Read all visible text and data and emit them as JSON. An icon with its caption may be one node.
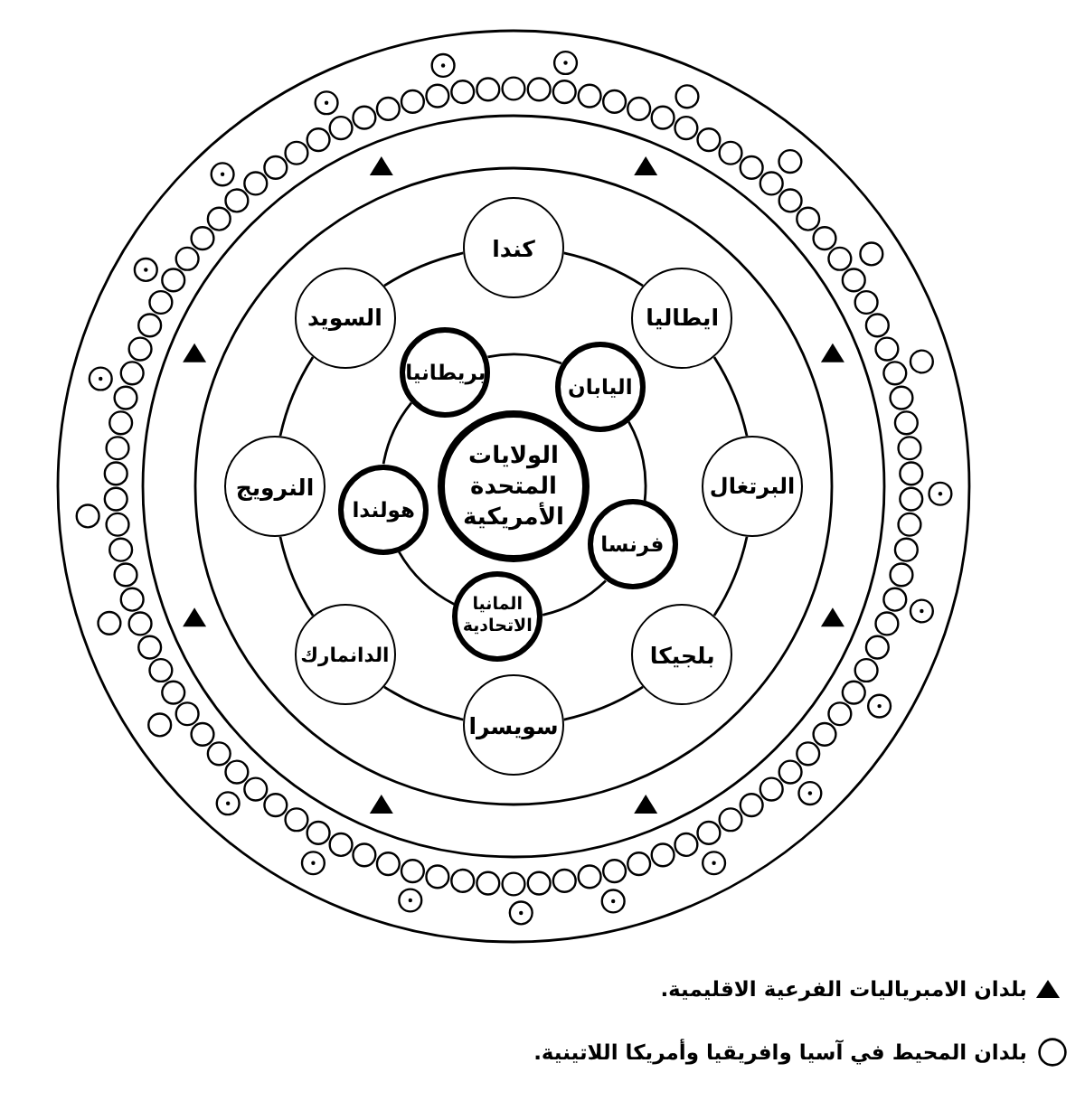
{
  "diagram": {
    "nodes": [
      {
        "text": [
          "الولايات المتحدة الأمريكية"
        ]
      },
      {
        "text": [
          "بريطانيا"
        ]
      },
      {
        "text": [
          "اليابان"
        ]
      },
      {
        "text": [
          "فرنسا"
        ]
      },
      {
        "text": [
          "المانيا الاتحادية"
        ]
      },
      {
        "text": [
          "هولندا"
        ]
      },
      {
        "text": [
          "كندا"
        ]
      },
      {
        "text": [
          "ايطاليا"
        ]
      },
      {
        "text": [
          "البرتغال"
        ]
      },
      {
        "text": [
          "بلجيكا"
        ]
      },
      {
        "text": [
          "سويسرا"
        ]
      },
      {
        "text": [
          "الدانمارك"
        ]
      },
      {
        "text": [
          "النرويج"
        ]
      },
      {
        "text": [
          "السويد"
        ]
      }
    ],
    "edges": [
      {
        "from": 1,
        "to": 2,
        "arrow": "none"
      },
      {
        "from": 2,
        "to": 3,
        "arrow": "none"
      },
      {
        "from": 3,
        "to": 4,
        "arrow": "none"
      },
      {
        "from": 4,
        "to": 5,
        "arrow": "none"
      },
      {
        "from": 5,
        "to": 1,
        "arrow": "none"
      },
      {
        "from": 6,
        "to": 7,
        "arrow": "none"
      },
      {
        "from": 7,
        "to": 8,
        "arrow": "none"
      },
      {
        "from": 8,
        "to": 9,
        "arrow": "none"
      },
      {
        "from": 9,
        "to": 10,
        "arrow": "none"
      },
      {
        "from": 10,
        "to": 11,
        "arrow": "none"
      },
      {
        "from": 11,
        "to": 12,
        "arrow": "none"
      },
      {
        "from": 12,
        "to": 13,
        "arrow": "none"
      },
      {
        "from": 13,
        "to": 6,
        "arrow": "none"
      }
    ],
    "legend": [
      {
        "text": "بلدان الامبرياليات الفرعية الاقليمية."
      },
      {
        "text": "بلدان المحيط في آسيا وافريقيا وأمريكا اللاتينية."
      }
    ]
  }
}
